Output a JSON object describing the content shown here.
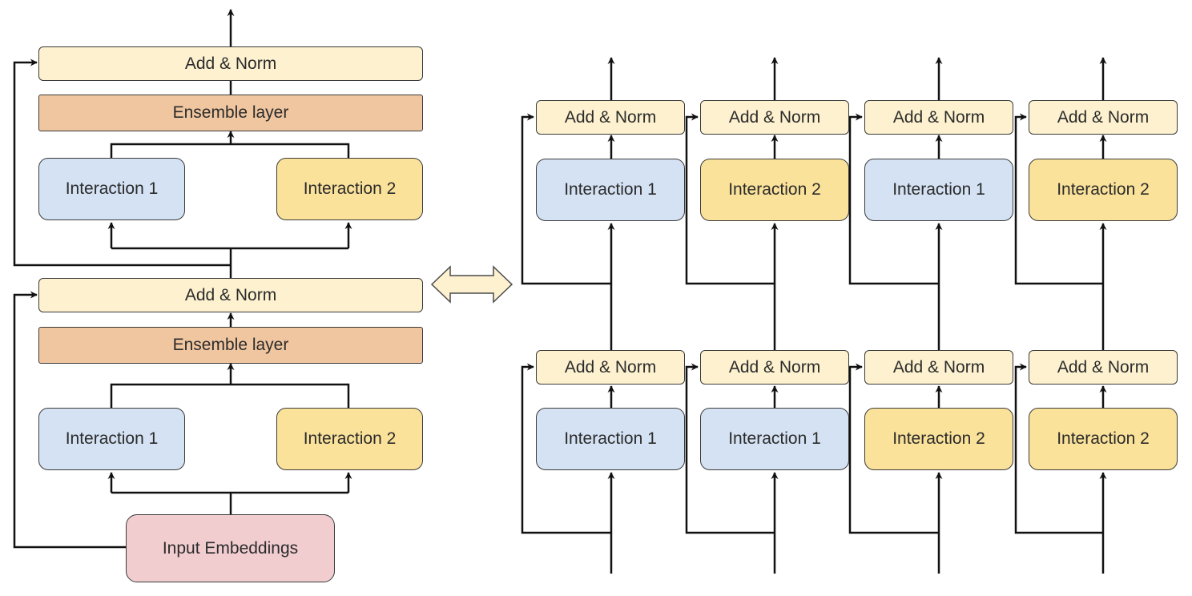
{
  "labels": {
    "add_norm": "Add & Norm",
    "ensemble": "Ensemble layer",
    "interaction_1": "Interaction 1",
    "interaction_2": "Interaction 2",
    "input_embeddings": "Input Embeddings"
  },
  "left_stack": {
    "upper_layer": {
      "add_norm": "Add & Norm",
      "ensemble": "Ensemble layer",
      "left_block": "Interaction 1",
      "right_block": "Interaction 2"
    },
    "lower_layer": {
      "add_norm": "Add & Norm",
      "ensemble": "Ensemble layer",
      "left_block": "Interaction 1",
      "right_block": "Interaction 2"
    },
    "input": "Input Embeddings"
  },
  "right_grid": {
    "top_row": [
      {
        "add_norm": "Add & Norm",
        "interaction": "Interaction 1"
      },
      {
        "add_norm": "Add & Norm",
        "interaction": "Interaction 2"
      },
      {
        "add_norm": "Add & Norm",
        "interaction": "Interaction 1"
      },
      {
        "add_norm": "Add & Norm",
        "interaction": "Interaction 2"
      }
    ],
    "bottom_row": [
      {
        "add_norm": "Add & Norm",
        "interaction": "Interaction 1"
      },
      {
        "add_norm": "Add & Norm",
        "interaction": "Interaction 1"
      },
      {
        "add_norm": "Add & Norm",
        "interaction": "Interaction 2"
      },
      {
        "add_norm": "Add & Norm",
        "interaction": "Interaction 2"
      }
    ]
  },
  "colors": {
    "add_norm": "#fdf1cf",
    "ensemble": "#f0c6a0",
    "interaction_1": "#d4e2f3",
    "interaction_2": "#fbe29a",
    "input_embeddings": "#f1cdd0",
    "line": "#111111"
  },
  "equivalence_arrow_icon": "double-headed-arrow-icon"
}
